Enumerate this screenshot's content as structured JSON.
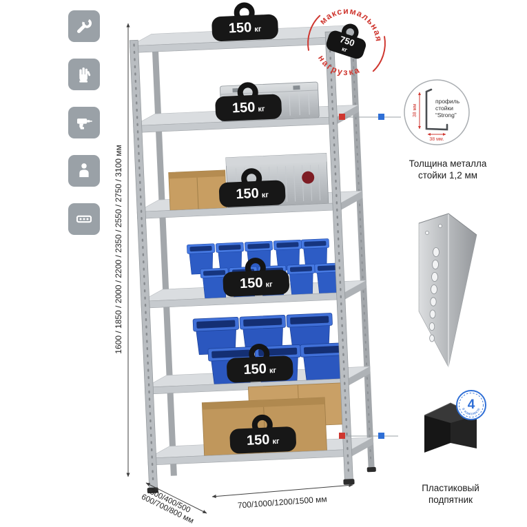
{
  "colors": {
    "accent_red": "#cf3730",
    "accent_blue": "#2f6fd6",
    "bin_blue": "#2e5fc8",
    "metal_gray": "#b9bdc1",
    "cardboard": "#c49c60"
  },
  "left_icons": [
    {
      "name": "wrench-icon"
    },
    {
      "name": "work-gloves-icon"
    },
    {
      "name": "drill-icon"
    },
    {
      "name": "person-icon"
    },
    {
      "name": "perforated-profile-icon"
    }
  ],
  "rack": {
    "load_unit": "кг",
    "load_values": [
      "150",
      "150",
      "150",
      "150",
      "150",
      "150"
    ]
  },
  "stamp": {
    "arc_top": "максимальная",
    "arc_bottom": "нагрузка",
    "value": "750",
    "unit": "кг"
  },
  "profile": {
    "label_line1": "профиль",
    "label_line2": "стойки",
    "label_line3": "“Strong”",
    "dim_vertical": "38 мм",
    "dim_horizontal": "38 мм.",
    "caption_line1": "Толщина металла",
    "caption_line2": "стойки 1,2 мм"
  },
  "foot": {
    "badge_value": "4",
    "badge_text": "в комплекте",
    "caption_line1": "Пластиковый",
    "caption_line2": "подпятник"
  },
  "dimensions": {
    "height": "1600 / 1850 / 2000 / 2200 / 2350 / 2550 / 2750 / 3100 мм",
    "depth_line1": "300/400/500",
    "depth_line2": "600/700/800 мм",
    "width": "700/1000/1200/1500 мм"
  }
}
